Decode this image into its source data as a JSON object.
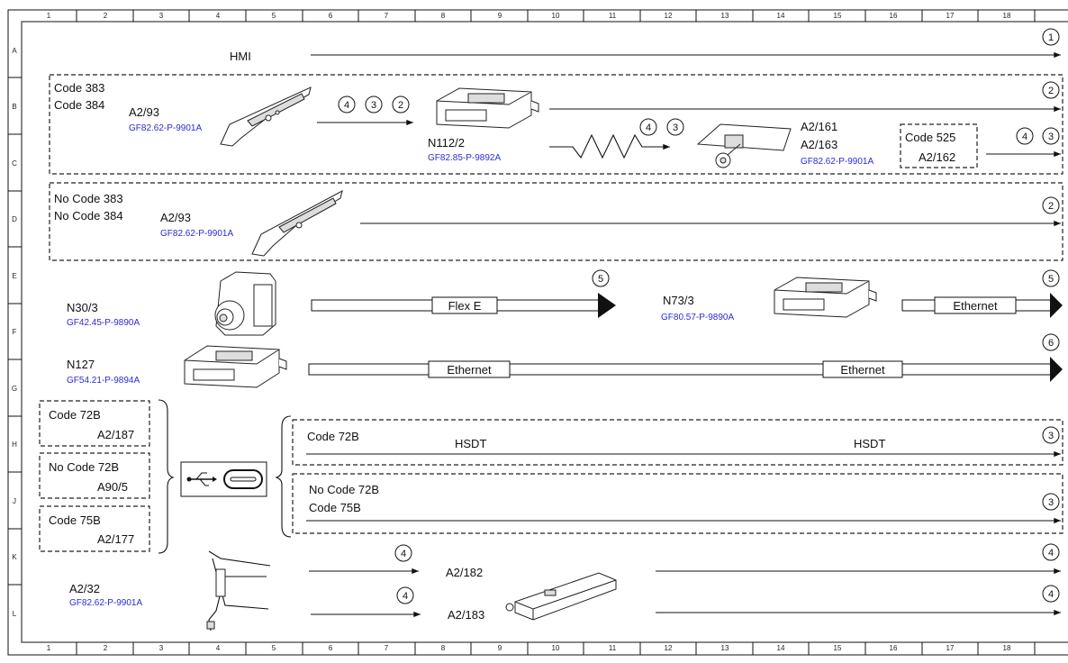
{
  "grid": {
    "columns": [
      "1",
      "2",
      "3",
      "4",
      "5",
      "6",
      "7",
      "8",
      "9",
      "10",
      "11",
      "12",
      "13",
      "14",
      "15",
      "16",
      "17",
      "18"
    ],
    "rows": [
      "A",
      "B",
      "C",
      "D",
      "E",
      "F",
      "G",
      "H",
      "J",
      "K",
      "L"
    ]
  },
  "labels": {
    "hmi": "HMI",
    "code383": "Code 383",
    "code384": "Code 384",
    "a293_top": "A2/93",
    "a293_top_ref": "GF82.62-P-9901A",
    "n1122": "N112/2",
    "n1122_ref": "GF82.85-P-9892A",
    "a2161": "A2/161",
    "a2163": "A2/163",
    "a2161_ref": "GF82.62-P-9901A",
    "code525": "Code 525",
    "a2162": "A2/162",
    "nocode383": "No Code 383",
    "nocode384": "No Code 384",
    "a293_bot": "A2/93",
    "a293_bot_ref": "GF82.62-P-9901A",
    "n303": "N30/3",
    "n303_ref": "GF42.45-P-9890A",
    "flexe": "Flex E",
    "n733": "N73/3",
    "n733_ref": "GF80.57-P-9890A",
    "ethernet1": "Ethernet",
    "n127": "N127",
    "n127_ref": "GF54.21-P-9894A",
    "ethernet2": "Ethernet",
    "ethernet3": "Ethernet",
    "code72b_left": "Code 72B",
    "a2187": "A2/187",
    "nocode72b_left": "No Code 72B",
    "a905": "A90/5",
    "code75b_left": "Code 75B",
    "a2177": "A2/177",
    "code72b_right": "Code 72B",
    "hsdt1": "HSDT",
    "hsdt2": "HSDT",
    "nocode72b_right": "No Code 72B",
    "code75b_right": "Code 75B",
    "a232": "A2/32",
    "a232_ref": "GF82.62-P-9901A",
    "a2182": "A2/182",
    "a2183": "A2/183"
  },
  "markers": {
    "m1": "1",
    "m2a": "2",
    "m2b": "2",
    "m2c": "2",
    "m3a": "3",
    "m3b": "3",
    "m3c": "3",
    "m3d": "3",
    "m3e": "3",
    "m4a": "4",
    "m4b": "4",
    "m4c": "4",
    "m4d": "4",
    "m4e": "4",
    "m4f": "4",
    "m4g": "4",
    "m5a": "5",
    "m5b": "5",
    "m6": "6"
  }
}
